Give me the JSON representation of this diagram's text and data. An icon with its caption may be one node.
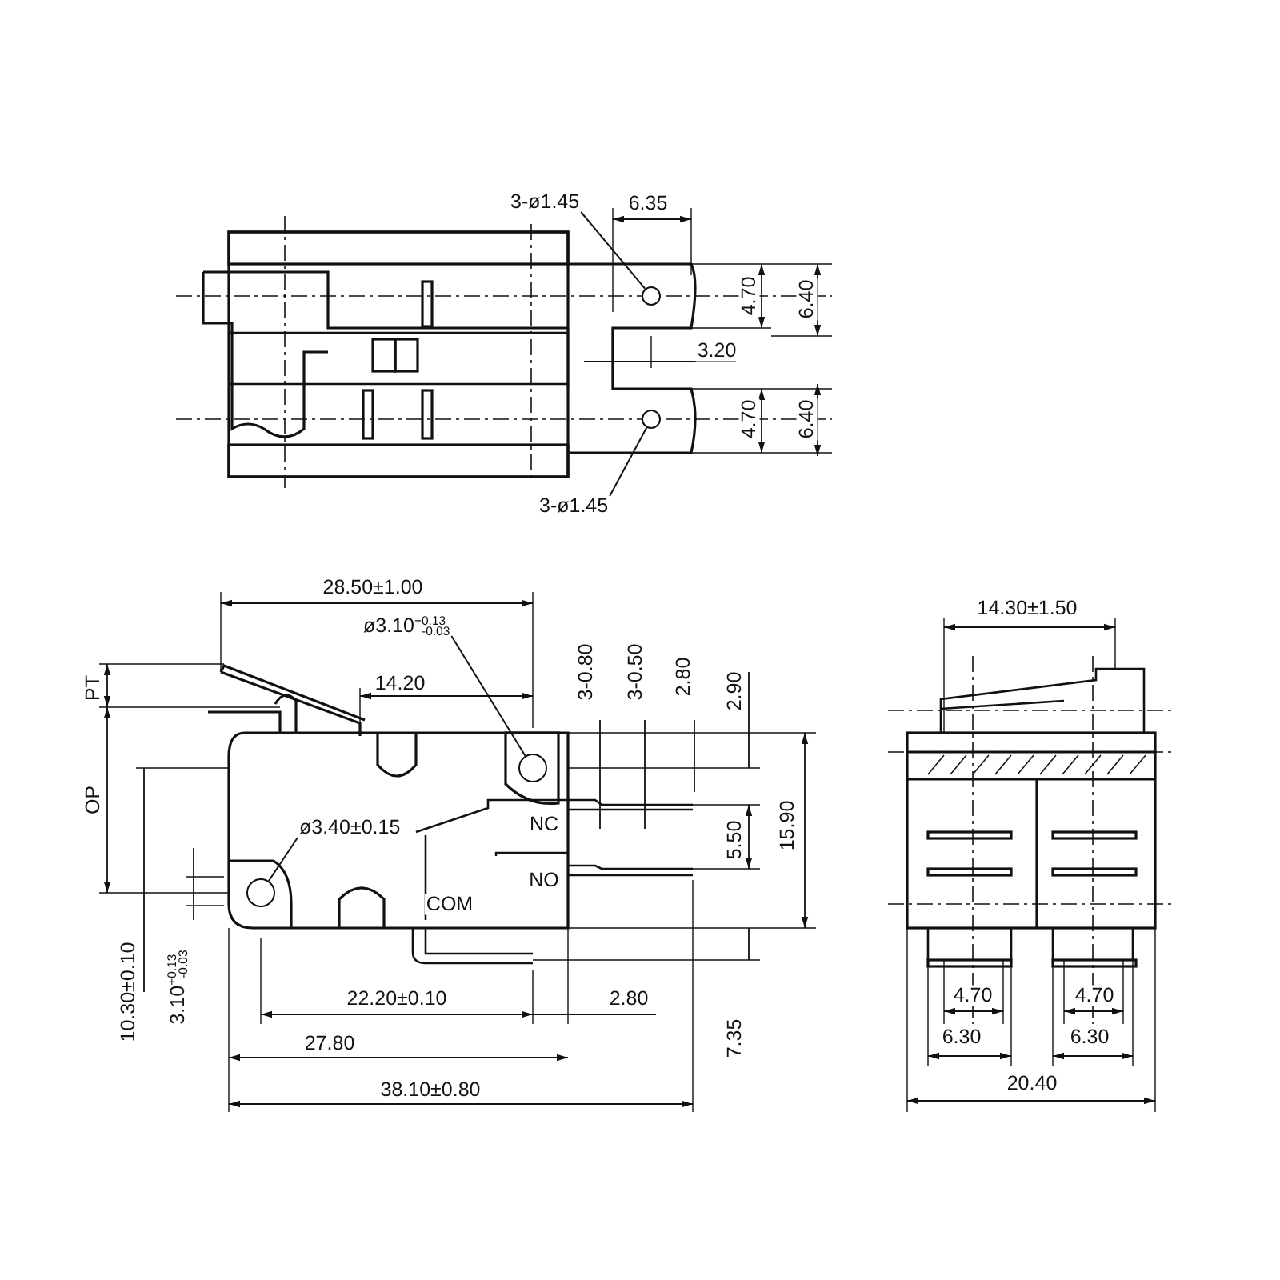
{
  "diagram": {
    "nodes": [
      {
        "text": [
          "3-ø1.45"
        ]
      },
      {
        "text": [
          "3-ø1.45"
        ]
      },
      {
        "text": [
          "ø3.10$^{+0.13}$$_{-0.03}$"
        ]
      },
      {
        "text": [
          "ø3.40±0.15"
        ]
      },
      {
        "text": [],
        "shape": "circle"
      },
      {
        "text": [],
        "shape": "circle"
      },
      {
        "text": [],
        "shape": "circle"
      },
      {
        "text": [],
        "shape": "circle"
      }
    ],
    "edges": [
      {
        "from": 0,
        "to": 4,
        "arrow": "none"
      },
      {
        "from": 1,
        "to": 5,
        "arrow": "none"
      },
      {
        "from": 2,
        "to": 6,
        "arrow": "none"
      },
      {
        "from": 3,
        "to": 7,
        "arrow": "none"
      }
    ],
    "labels": [
      "6.35",
      "4.70",
      "6.40",
      "3.20",
      "4.70",
      "6.40",
      "28.50±1.00",
      "14.30±1.50",
      "3-0.80",
      "3-0.50",
      "2.80",
      "2.90",
      "PT",
      "14.20",
      "OP",
      "NC",
      "5.50",
      "15.90",
      "NO",
      "COM",
      "10.30±0.10",
      "3.10$^{+0.13}$$_{-0.03}$",
      "22.20±0.10",
      "2.80",
      "7.35",
      "27.80",
      "4.70",
      "4.70",
      "6.30",
      "6.30",
      "38.10±0.80",
      "20.40"
    ]
  }
}
